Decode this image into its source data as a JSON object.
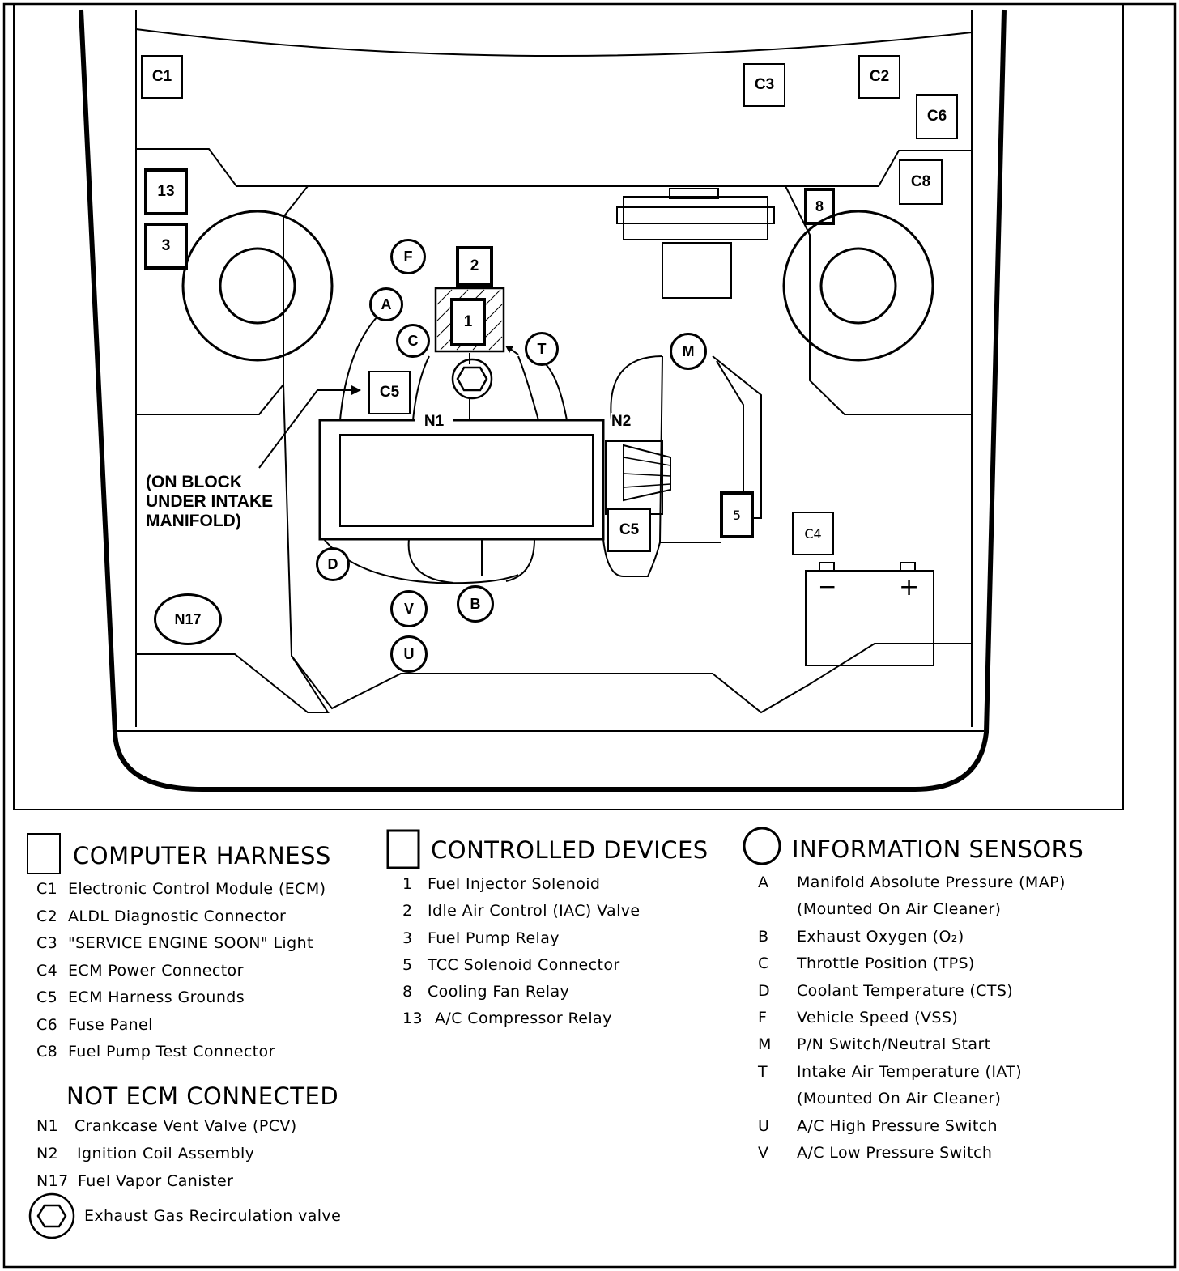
{
  "diagram": {
    "computer_harness_boxes": [
      "C1",
      "C3",
      "C2",
      "C6",
      "C8",
      "C5",
      "C5",
      "C4"
    ],
    "controlled_device_boxes": [
      "13",
      "3",
      "2",
      "1",
      "8",
      "5"
    ],
    "sensor_circles": [
      "F",
      "A",
      "C",
      "T",
      "M",
      "D",
      "B",
      "V",
      "U",
      "N17"
    ],
    "labels": {
      "n1": "N1",
      "n2": "N2",
      "block_note": [
        "(ON BLOCK",
        "UNDER INTAKE",
        "MANIFOLD)"
      ],
      "battery_minus": "−",
      "battery_plus": "+"
    }
  },
  "legend": {
    "computer_harness": {
      "title": "COMPUTER HARNESS",
      "items": [
        {
          "code": "C1",
          "text": "Electronic Control Module (ECM)"
        },
        {
          "code": "C2",
          "text": "ALDL Diagnostic Connector"
        },
        {
          "code": "C3",
          "text": "\"SERVICE ENGINE SOON\" Light"
        },
        {
          "code": "C4",
          "text": "ECM Power Connector"
        },
        {
          "code": "C5",
          "text": "ECM Harness Grounds"
        },
        {
          "code": "C6",
          "text": "Fuse Panel"
        },
        {
          "code": "C8",
          "text": "Fuel Pump Test Connector"
        }
      ]
    },
    "not_ecm_connected": {
      "title": "NOT ECM CONNECTED",
      "items": [
        {
          "code": "N1",
          "text": "Crankcase Vent Valve (PCV)"
        },
        {
          "code": "N2",
          "text": "Ignition Coil Assembly"
        },
        {
          "code": "N17",
          "text": "Fuel Vapor Canister"
        }
      ],
      "egr_text": "Exhaust Gas Recirculation valve"
    },
    "controlled_devices": {
      "title": "CONTROLLED DEVICES",
      "items": [
        {
          "code": "1",
          "text": "Fuel Injector Solenoid"
        },
        {
          "code": "2",
          "text": "Idle Air Control (IAC) Valve"
        },
        {
          "code": "3",
          "text": "Fuel Pump Relay"
        },
        {
          "code": "5",
          "text": "TCC Solenoid Connector"
        },
        {
          "code": "8",
          "text": "Cooling Fan Relay"
        },
        {
          "code": "13",
          "text": "A/C Compressor Relay"
        }
      ]
    },
    "information_sensors": {
      "title": "INFORMATION SENSORS",
      "items": [
        {
          "code": "A",
          "text": "Manifold Absolute Pressure (MAP)"
        },
        {
          "code": "",
          "text": "(Mounted On Air Cleaner)"
        },
        {
          "code": "B",
          "text": "Exhaust Oxygen (O₂)"
        },
        {
          "code": "C",
          "text": "Throttle Position (TPS)"
        },
        {
          "code": "D",
          "text": "Coolant Temperature (CTS)"
        },
        {
          "code": "F",
          "text": "Vehicle Speed (VSS)"
        },
        {
          "code": "M",
          "text": "P/N Switch/Neutral Start"
        },
        {
          "code": "T",
          "text": "Intake Air Temperature (IAT)"
        },
        {
          "code": "",
          "text": "(Mounted On Air Cleaner)"
        },
        {
          "code": "U",
          "text": "A/C High Pressure Switch"
        },
        {
          "code": "V",
          "text": "A/C Low Pressure Switch"
        }
      ]
    }
  }
}
